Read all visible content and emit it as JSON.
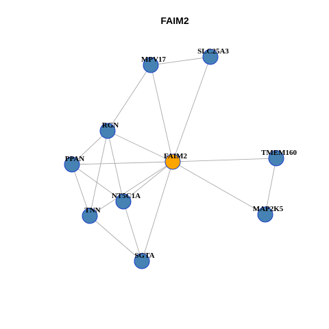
{
  "title": "FAIM2",
  "colors": {
    "hub_fill": "#ffa500",
    "node_fill": "#4682b4",
    "node_stroke": "#1a3ec8",
    "edge": "#a9a9a9"
  },
  "nodes": [
    {
      "id": "MPV17",
      "label": "MPV17",
      "hub": false
    },
    {
      "id": "SLC25A3",
      "label": "SLC25A3",
      "hub": false
    },
    {
      "id": "RGN",
      "label": "RGN",
      "hub": false
    },
    {
      "id": "FAIM2",
      "label": "FAIM2",
      "hub": true
    },
    {
      "id": "TMEM160",
      "label": "TMEM160",
      "hub": false
    },
    {
      "id": "PPAN",
      "label": "PPAN",
      "hub": false
    },
    {
      "id": "NT5C1A",
      "label": "NT5C1A",
      "hub": false
    },
    {
      "id": "TNN",
      "label": "TNN",
      "hub": false
    },
    {
      "id": "MAP2K5",
      "label": "MAP2K5",
      "hub": false
    },
    {
      "id": "SGTA",
      "label": "SGTA",
      "hub": false
    }
  ],
  "edges": [
    [
      "MPV17",
      "SLC25A3"
    ],
    [
      "MPV17",
      "RGN"
    ],
    [
      "MPV17",
      "FAIM2"
    ],
    [
      "SLC25A3",
      "FAIM2"
    ],
    [
      "RGN",
      "FAIM2"
    ],
    [
      "RGN",
      "PPAN"
    ],
    [
      "RGN",
      "TNN"
    ],
    [
      "RGN",
      "NT5C1A"
    ],
    [
      "FAIM2",
      "PPAN"
    ],
    [
      "FAIM2",
      "TMEM160"
    ],
    [
      "FAIM2",
      "MAP2K5"
    ],
    [
      "FAIM2",
      "NT5C1A"
    ],
    [
      "FAIM2",
      "TNN"
    ],
    [
      "FAIM2",
      "SGTA"
    ],
    [
      "TMEM160",
      "MAP2K5"
    ],
    [
      "PPAN",
      "TNN"
    ],
    [
      "PPAN",
      "NT5C1A"
    ],
    [
      "NT5C1A",
      "SGTA"
    ],
    [
      "TNN",
      "SGTA"
    ]
  ]
}
